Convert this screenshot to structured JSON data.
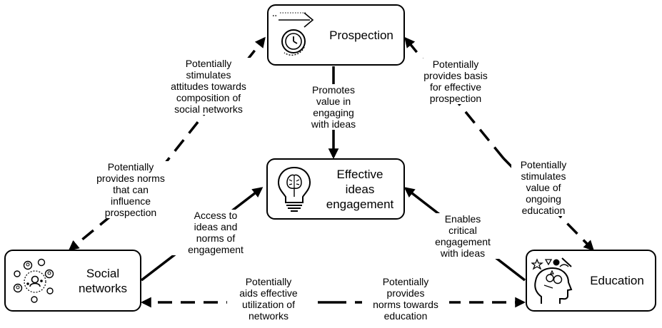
{
  "nodes": {
    "prospection": {
      "label": "Prospection",
      "icon": "clock-arrow-icon"
    },
    "ideas": {
      "label": "Effective\nideas\nengagement",
      "icon": "brain-lightbulb-icon"
    },
    "social": {
      "label": "Social\nnetworks",
      "icon": "people-network-icon"
    },
    "education": {
      "label": "Education",
      "icon": "head-learning-icon"
    }
  },
  "edges": {
    "social_to_prospection": "Potentially\nstimulates\nattitudes towards\ncomposition of\nsocial networks",
    "prospection_to_ideas": "Promotes\nvalue in\nengaging\nwith ideas",
    "education_to_prospection": "Potentially\nprovides basis\nfor effective\nprospection",
    "prospection_to_social": "Potentially\nprovides norms\nthat can\ninfluence\nprospection",
    "prospection_to_education": "Potentially\nstimulates\nvalue of\nongoing\neducation",
    "social_to_ideas": "Access to\nideas and\nnorms of\nengagement",
    "education_to_ideas": "Enables\ncritical\nengagement\nwith ideas",
    "education_to_social": "Potentially\naids effective\nutilization of\nnetworks",
    "social_to_education": "Potentially\nprovides\nnorms towards\neducation"
  }
}
